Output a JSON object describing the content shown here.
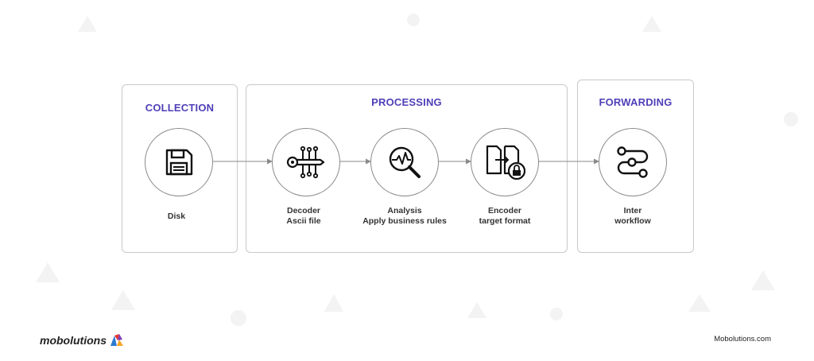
{
  "panels": {
    "collection": {
      "title": "COLLECTION"
    },
    "processing": {
      "title": "PROCESSING"
    },
    "forwarding": {
      "title": "FORWARDING"
    }
  },
  "nodes": {
    "disk": {
      "icon": "floppy-disk-icon",
      "lines": [
        "Disk"
      ]
    },
    "decoder": {
      "icon": "circuit-key-icon",
      "lines": [
        "Decoder",
        "Ascii file"
      ]
    },
    "analysis": {
      "icon": "magnifier-pulse-icon",
      "lines": [
        "Analysis",
        "Apply business rules"
      ]
    },
    "encoder": {
      "icon": "document-lock-icon",
      "lines": [
        "Encoder",
        "target format"
      ]
    },
    "inter": {
      "icon": "workflow-icon",
      "lines": [
        "Inter",
        "workflow"
      ]
    }
  },
  "footer": {
    "brand": "mobolutions",
    "url": "Mobolutions.com"
  },
  "colors": {
    "accent": "#4f3fb8",
    "border": "#c9c9c9",
    "connector": "#8a8a8a"
  }
}
